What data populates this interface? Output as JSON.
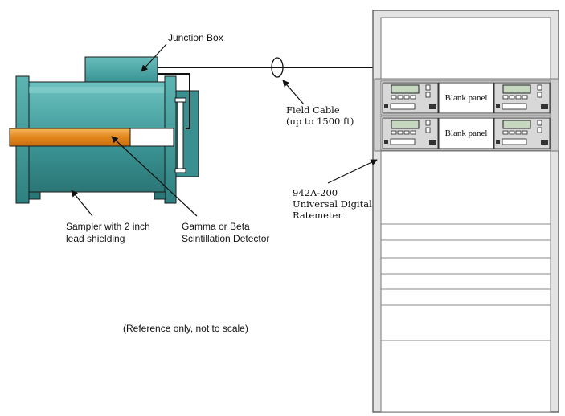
{
  "labels": {
    "junction_box": "Junction Box",
    "field_cable_line1": "Field Cable",
    "field_cable_line2": "(up to 1500 ft)",
    "sampler_line1": "Sampler with 2 inch",
    "sampler_line2": "lead shielding",
    "detector_line1": "Gamma or Beta",
    "detector_line2": "Scintillation Detector",
    "ratemeter_line1": "942A-200",
    "ratemeter_line2": "Universal Digital",
    "ratemeter_line3": "Ratemeter",
    "reference_note": "(Reference only, not to scale)",
    "blank_panel_top": "Blank panel",
    "blank_panel_bottom": "Blank panel"
  },
  "colors": {
    "sampler_body": "#3f9a9a",
    "sampler_light": "#6fc4c2",
    "sampler_dark": "#2d7a7a",
    "detector_orange": "#e58a1f",
    "detector_light": "#f2b04a",
    "rack_outline": "#777777",
    "line": "#111111"
  }
}
